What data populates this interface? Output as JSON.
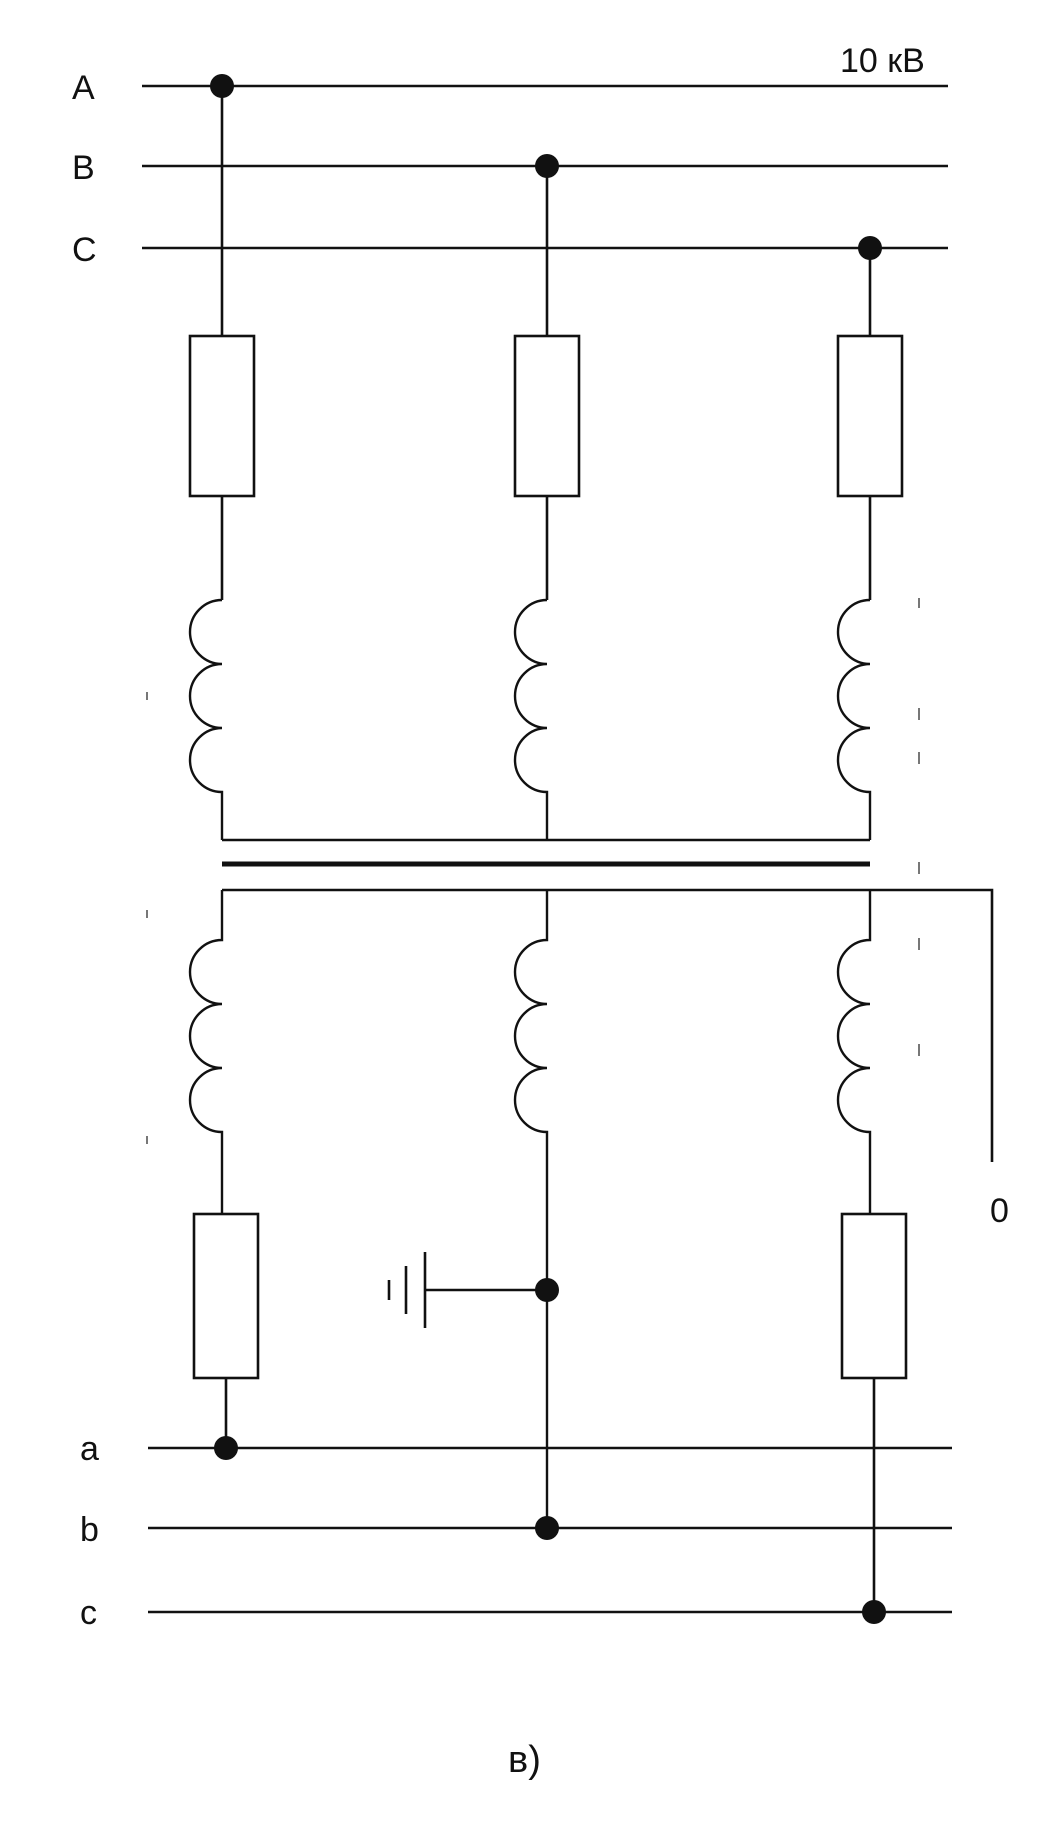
{
  "voltage_label": "10 кВ",
  "hv_buses": [
    {
      "label": "A"
    },
    {
      "label": "B"
    },
    {
      "label": "C"
    }
  ],
  "lv_buses": [
    {
      "label": "a"
    },
    {
      "label": "b"
    },
    {
      "label": "c"
    }
  ],
  "neutral_label": "0",
  "caption": "в)",
  "colors": {
    "line": "#111111",
    "background": "#ffffff"
  }
}
